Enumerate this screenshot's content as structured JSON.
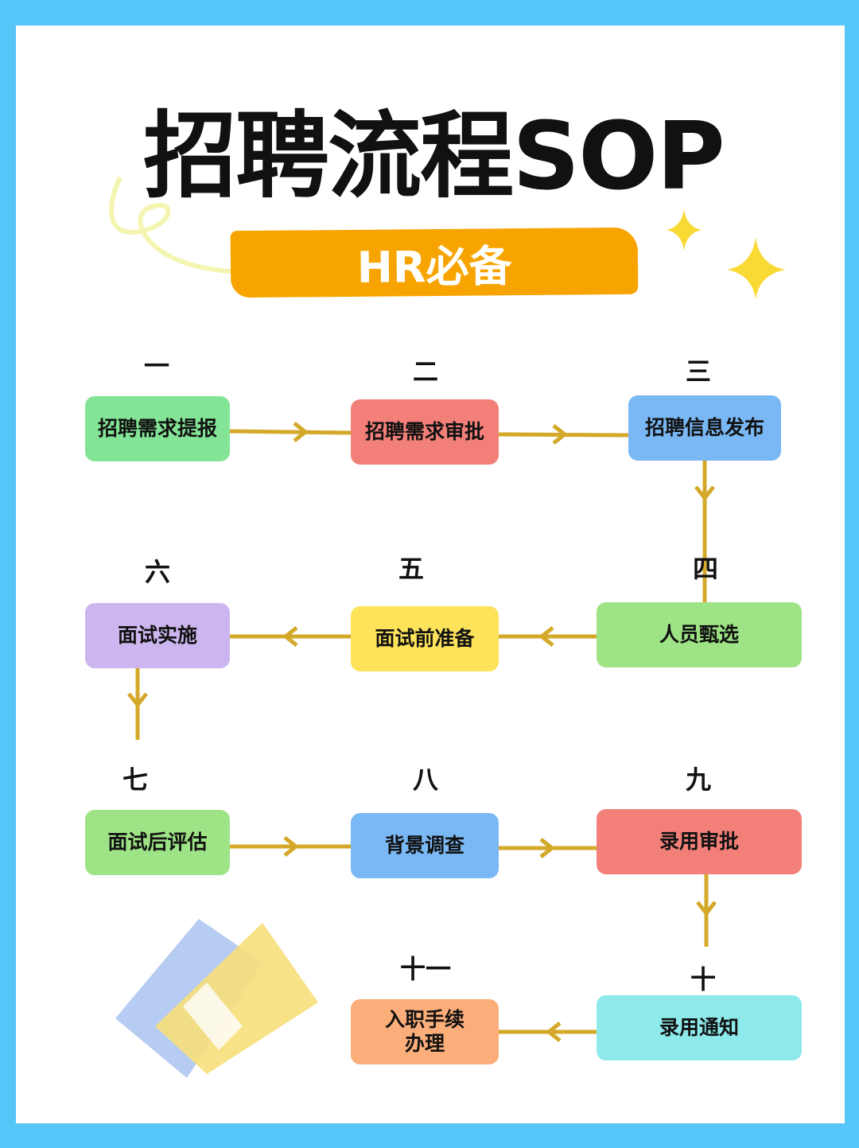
{
  "title": "招聘流程SOP",
  "subtitle": "HR必备",
  "colors": {
    "frame": "#56c5f8",
    "banner": "#f7a400",
    "arrow": "#d4a92a"
  },
  "steps": [
    {
      "num": "一",
      "label": "招聘需求提报",
      "color": "#84e496"
    },
    {
      "num": "二",
      "label": "招聘需求审批",
      "color": "#f28079"
    },
    {
      "num": "三",
      "label": "招聘信息发布",
      "color": "#7ab8f5"
    },
    {
      "num": "四",
      "label": "人员甄选",
      "color": "#9ee385"
    },
    {
      "num": "五",
      "label": "面试前准备",
      "color": "#fde35a"
    },
    {
      "num": "六",
      "label": "面试实施",
      "color": "#cdb6ef"
    },
    {
      "num": "七",
      "label": "面试后评估",
      "color": "#9ee385"
    },
    {
      "num": "八",
      "label": "背景调查",
      "color": "#7ab8f5"
    },
    {
      "num": "九",
      "label": "录用审批",
      "color": "#f28079"
    },
    {
      "num": "十",
      "label": "录用通知",
      "color": "#8de9ea"
    },
    {
      "num": "十一",
      "label": "入职手续办理",
      "color": "#fbad7a"
    }
  ]
}
